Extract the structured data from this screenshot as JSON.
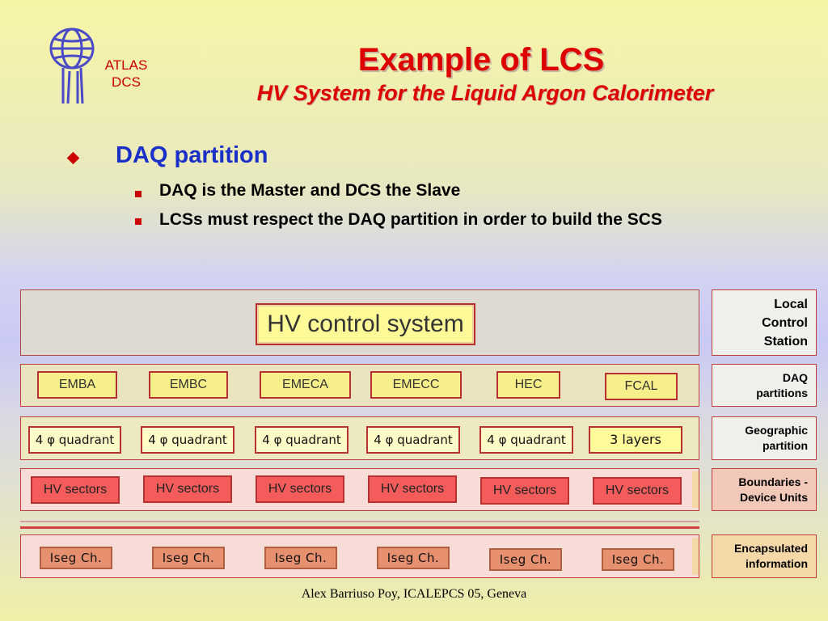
{
  "logo": {
    "line1": "ATLAS",
    "line2": "DCS",
    "icon": "atlas-figure-icon"
  },
  "title": "Example of LCS",
  "subtitle": "HV System for the Liquid Argon Calorimeter",
  "bullets": {
    "main": "DAQ partition",
    "sub": [
      "DAQ is the Master and DCS the Slave",
      "LCSs must respect the DAQ partition in order to build the SCS"
    ]
  },
  "diagram": {
    "control": "HV control system",
    "daq_partitions": [
      "EMBA",
      "EMBC",
      "EMECA",
      "EMECC",
      "HEC",
      "FCAL"
    ],
    "geo": [
      "4 φ quadrant",
      "4 φ quadrant",
      "4 φ quadrant",
      "4 φ quadrant",
      "4 φ quadrant",
      "3 layers"
    ],
    "hv_sectors": [
      "HV sectors",
      "HV sectors",
      "HV sectors",
      "HV sectors",
      "HV sectors",
      "HV sectors"
    ],
    "iseg": [
      "Iseg Ch.",
      "Iseg Ch.",
      "Iseg Ch.",
      "Iseg Ch.",
      "Iseg Ch.",
      "Iseg Ch."
    ]
  },
  "labels": {
    "lcs": [
      "Local",
      "Control",
      "Station"
    ],
    "daq": [
      "DAQ",
      "partitions"
    ],
    "geo": [
      "Geographic",
      "partition"
    ],
    "boundaries": [
      "Boundaries -",
      "Device Units"
    ],
    "encap": [
      "Encapsulated",
      "information"
    ]
  },
  "footer": "Alex Barriuso Poy, ICALEPCS 05, Geneva",
  "colors": {
    "title": "#dd0000",
    "bullet": "#1a2fc8",
    "marker": "#cc0000"
  }
}
